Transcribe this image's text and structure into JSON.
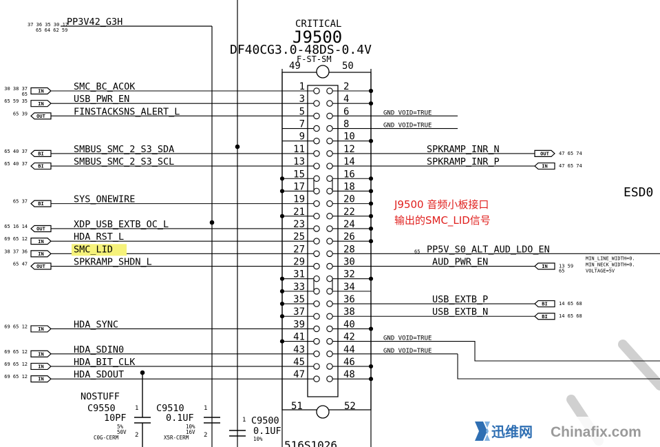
{
  "connector": {
    "critical": "CRITICAL",
    "refdes": "J9500",
    "part": "DF40CG3.0-48DS-0.4V",
    "variant": "F-ST-SM",
    "mount_pins": [
      "49",
      "50",
      "51",
      "52"
    ]
  },
  "top_net": {
    "pages": [
      "37 36 35 30 17",
      "65 64 62 59"
    ],
    "name": "PP3V42_G3H"
  },
  "left_nets": [
    {
      "pages": [
        "30 38 37",
        "65"
      ],
      "name": "SMC_BC_ACOK",
      "dir": "IN",
      "pin": 1
    },
    {
      "pages": [
        "65 59 35"
      ],
      "name": "USB_PWR_EN",
      "dir": "IN",
      "pin": 3
    },
    {
      "pages": [
        "65 39"
      ],
      "name": "FINSTACKSNS_ALERT_L",
      "dir": "OUT",
      "pin": 5
    },
    {
      "pages": [
        "65 40 37"
      ],
      "name": "SMBUS_SMC_2_S3_SDA",
      "dir": "BI",
      "pin": 11
    },
    {
      "pages": [
        "65 40 37"
      ],
      "name": "SMBUS_SMC_2_S3_SCL",
      "dir": "BI",
      "pin": 13
    },
    {
      "pages": [
        "65 37"
      ],
      "name": "SYS_ONEWIRE",
      "dir": "BI",
      "pin": 19
    },
    {
      "pages": [
        "65 16 14"
      ],
      "name": "XDP_USB_EXTB_OC_L",
      "dir": "OUT",
      "pin": 23
    },
    {
      "pages": [
        "69 65 12"
      ],
      "name": "HDA_RST_L",
      "dir": "IN",
      "pin": 25
    },
    {
      "pages": [
        "38 37 36"
      ],
      "name": "SMC_LID",
      "dir": "IN",
      "pin": 27,
      "highlight": true
    },
    {
      "pages": [
        "65 47"
      ],
      "name": "SPKRAMP_SHDN_L",
      "dir": "OUT",
      "pin": 29
    },
    {
      "pages": [
        "69 65 12"
      ],
      "name": "HDA_SYNC",
      "dir": "IN",
      "pin": 39
    },
    {
      "pages": [
        "69 65 12"
      ],
      "name": "HDA_SDIN0",
      "dir": "IN",
      "pin": 43
    },
    {
      "pages": [
        "69 65 12"
      ],
      "name": "HDA_BIT_CLK",
      "dir": "IN",
      "pin": 45
    },
    {
      "pages": [
        "69 65 12"
      ],
      "name": "HDA_SDOUT",
      "dir": "IN",
      "pin": 47
    }
  ],
  "right_nets": [
    {
      "pin": 6,
      "name": "GND_VOID=TRUE",
      "kind": "prop"
    },
    {
      "pin": 8,
      "name": "GND_VOID=TRUE",
      "kind": "prop"
    },
    {
      "pin": 12,
      "name": "SPKRAMP_INR_N",
      "dir": "OUT",
      "pages": [
        "47 65 74"
      ]
    },
    {
      "pin": 14,
      "name": "SPKRAMP_INR_P",
      "dir": "IN",
      "pages": [
        "47 65 74"
      ]
    },
    {
      "pin": 28,
      "name": "PP5V_S0_ALT_AUD_LDO_EN",
      "pre_page": "65",
      "props": [
        "MIN_LINE_WIDTH=0.",
        "MIN_NECK_WIDTH=0.",
        "VOLTAGE=5V"
      ]
    },
    {
      "pin": 30,
      "name": "AUD_PWR_EN",
      "dir": "IN",
      "pages": [
        "13 59",
        "65"
      ]
    },
    {
      "pin": 36,
      "name": "USB_EXTB_P",
      "dir": "BI",
      "pages": [
        "14 65 68"
      ]
    },
    {
      "pin": 38,
      "name": "USB_EXTB_N",
      "dir": "BI",
      "pages": [
        "14 65 68"
      ]
    },
    {
      "pin": 42,
      "name": "GND_VOID=TRUE",
      "kind": "prop"
    },
    {
      "pin": 44,
      "name": "GND_VOID=TRUE",
      "kind": "prop"
    }
  ],
  "caps": [
    {
      "ref": "C9550",
      "pin1": "1",
      "pin2": "2",
      "value": "10PF",
      "specs": [
        "5%",
        "50V",
        "C0G-CERM"
      ]
    },
    {
      "ref": "C9510",
      "pin1": "1",
      "pin2": "2",
      "value": "0.1UF",
      "specs": [
        "10%",
        "16V",
        "X5R-CERM"
      ]
    },
    {
      "ref": "C9500",
      "pin1": "1",
      "value": "0.1UF",
      "specs": [
        "10%"
      ]
    }
  ],
  "nostuff": "NOSTUFF",
  "esd_label": "ESD0",
  "bottom_partial": "516S1026",
  "annotation": {
    "line1": "J9500 音频小板接口",
    "line2": "输出的SMC_LID信号"
  },
  "watermark": {
    "site_cn": "迅维网",
    "site_en": "Chinafix.com"
  },
  "colors": {
    "annotation": "#e0201e",
    "highlight": "#f6f27a",
    "watermark_blue": "#2f6fb3"
  }
}
